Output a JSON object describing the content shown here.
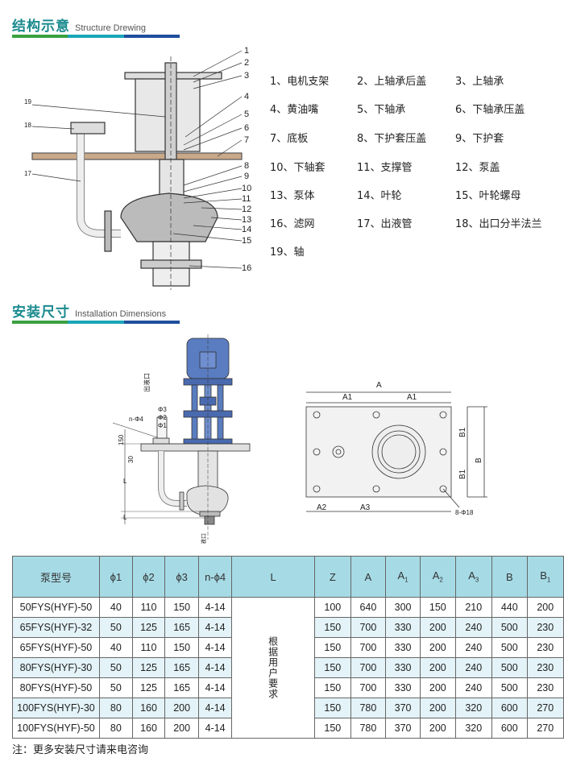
{
  "section1": {
    "title_zh": "结构示意",
    "title_en": "Structure Drewing"
  },
  "section2": {
    "title_zh": "安装尺寸",
    "title_en": "Installation Dimensions"
  },
  "bar_colors": [
    "#3aa040",
    "#1aa6b8",
    "#1f4e9c"
  ],
  "callouts": [
    "1",
    "2",
    "3",
    "4",
    "5",
    "6",
    "7",
    "8",
    "9",
    "10",
    "11",
    "12",
    "13",
    "14",
    "15",
    "16",
    "17",
    "18",
    "19"
  ],
  "parts": [
    "1、电机支架",
    "2、上轴承后盖",
    "3、上轴承",
    "4、黄油嘴",
    "5、下轴承",
    "6、下轴承压盖",
    "7、底板",
    "8、下护套压盖",
    "9、下护套",
    "10、下轴套",
    "11、支撑管",
    "12、泵盖",
    "13、泵体",
    "14、叶轮",
    "15、叶轮螺母",
    "16、滤网",
    "17、出液管",
    "18、出口分半法兰",
    "19、轴"
  ],
  "install_labels": {
    "outlet": "出液口",
    "inlet": "进液口",
    "phi3": "Φ3",
    "phi2": "Φ2",
    "phi1": "Φ1",
    "n_phi4": "n-Φ4",
    "dim150": "150",
    "dim30": "30",
    "L": "L",
    "L2": "L"
  },
  "plate_labels": {
    "A": "A",
    "A1a": "A1",
    "A1b": "A1",
    "A2": "A2",
    "A3": "A3",
    "B": "B",
    "B1a": "B1",
    "B1b": "B1",
    "holes": "8-Φ18"
  },
  "table": {
    "headers": [
      "泵型号",
      "ϕ1",
      "ϕ2",
      "ϕ3",
      "n-ϕ4",
      "L",
      "Z",
      "A",
      "A",
      "A",
      "A",
      "B",
      "B"
    ],
    "header_subs": [
      "",
      "",
      "",
      "",
      "",
      "",
      "",
      "",
      "1",
      "2",
      "3",
      "",
      "1"
    ],
    "merged_L": "根据用户要求",
    "rows": [
      [
        "50FYS(HYF)-50",
        "40",
        "110",
        "150",
        "4-14",
        "100",
        "640",
        "300",
        "150",
        "210",
        "440",
        "200"
      ],
      [
        "65FYS(HYF)-32",
        "50",
        "125",
        "165",
        "4-14",
        "150",
        "700",
        "330",
        "200",
        "240",
        "500",
        "230"
      ],
      [
        "65FYS(HYF)-50",
        "40",
        "110",
        "150",
        "4-14",
        "150",
        "700",
        "330",
        "200",
        "240",
        "500",
        "230"
      ],
      [
        "80FYS(HYF)-30",
        "50",
        "125",
        "165",
        "4-14",
        "150",
        "700",
        "330",
        "200",
        "240",
        "500",
        "230"
      ],
      [
        "80FYS(HYF)-50",
        "50",
        "125",
        "165",
        "4-14",
        "150",
        "700",
        "330",
        "200",
        "240",
        "500",
        "230"
      ],
      [
        "100FYS(HYF)-30",
        "80",
        "160",
        "200",
        "4-14",
        "150",
        "780",
        "370",
        "200",
        "320",
        "600",
        "270"
      ],
      [
        "100FYS(HYF)-50",
        "80",
        "160",
        "200",
        "4-14",
        "150",
        "780",
        "370",
        "200",
        "320",
        "600",
        "270"
      ]
    ]
  },
  "note": "注：更多安装尺寸请来电咨询"
}
